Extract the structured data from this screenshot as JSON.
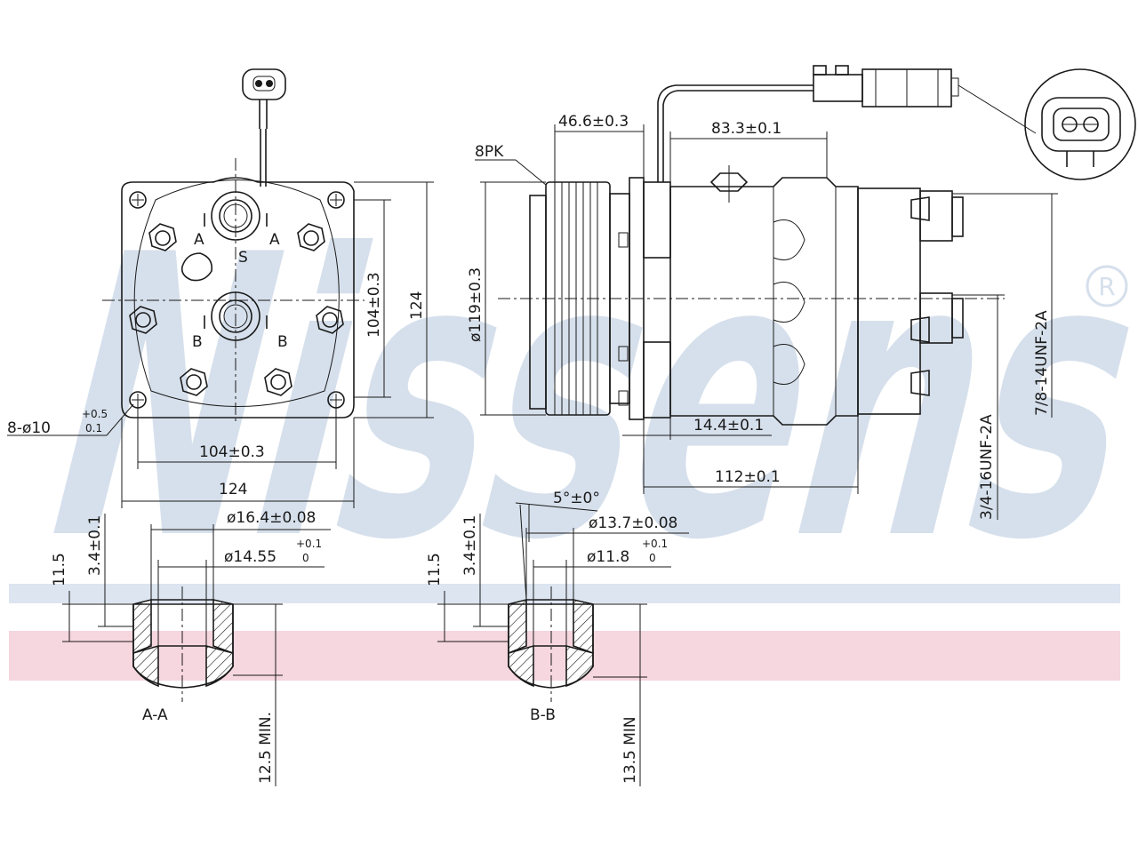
{
  "brand": {
    "watermark": "Nissens",
    "registered_mark": "®",
    "colors": {
      "watermark": "#d6e0ec",
      "band_blue": "#dce5f0",
      "band_pink": "#f6d6df",
      "ink": "#1a1a1a"
    }
  },
  "front_view": {
    "section_marks": [
      "A",
      "A",
      "S",
      "B",
      "B"
    ],
    "dim_bolt_circle_v": "104±0.3",
    "dim_height": "124",
    "dim_holes": "8-ø10",
    "dim_holes_tol_upper": "+0.5",
    "dim_holes_tol_lower": "0.1",
    "dim_bolt_circle_h": "104±0.3",
    "dim_width": "124"
  },
  "side_view": {
    "belt": "8PK",
    "dim_pulley_width": "46.6±0.3",
    "dim_body": "83.3±0.1",
    "dim_pulley_dia": "ø119±0.3",
    "dim_offset": "14.4±0.1",
    "dim_length": "112±0.1",
    "thread_large": "7/8-14UNF-2A",
    "thread_small": "3/4-16UNF-2A"
  },
  "section_aa": {
    "label": "A-A",
    "dim_depth_total": "11.5",
    "dim_depth_step": "3.4±0.1",
    "dim_outer_dia": "ø16.4±0.08",
    "dim_inner_dia": "ø14.55",
    "dim_inner_tol_upper": "+0.1",
    "dim_inner_tol_lower": "0",
    "dim_min": "12.5 MIN."
  },
  "section_bb": {
    "label": "B-B",
    "dim_angle": "5°±0°",
    "dim_depth_total": "11.5",
    "dim_depth_step": "3.4±0.1",
    "dim_outer_dia": "ø13.7±0.08",
    "dim_inner_dia": "ø11.8",
    "dim_inner_tol_upper": "+0.1",
    "dim_inner_tol_lower": "0",
    "dim_min": "13.5 MIN"
  }
}
